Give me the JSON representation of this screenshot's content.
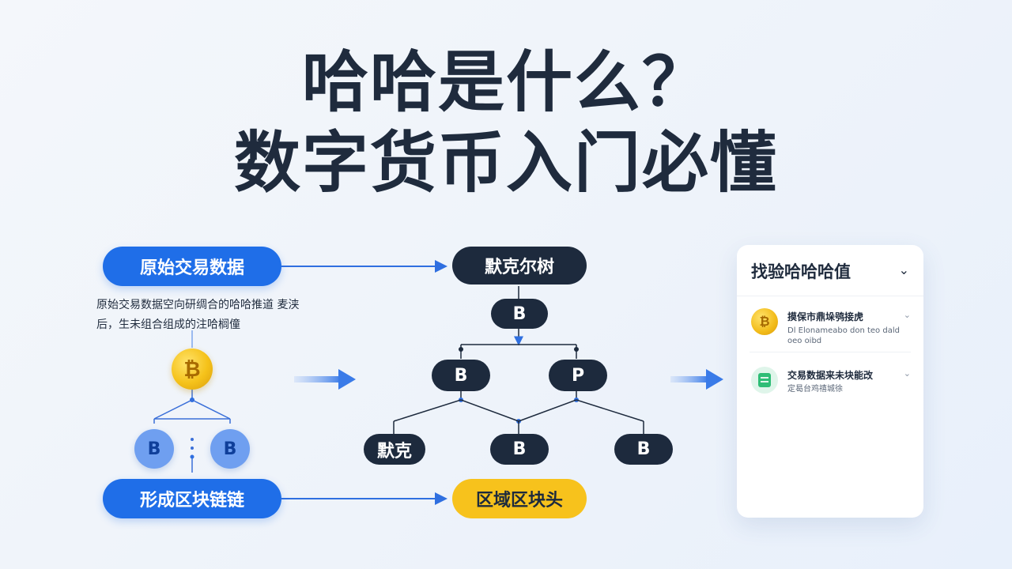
{
  "title": {
    "line1": "哈哈是什么？",
    "line2": "数字货币入门必懂"
  },
  "left": {
    "source_label": "原始交易数据",
    "description": "原始交易数据空向研绸合的哈哈推道 麦浃后，生未组合组成的注哈榈僮",
    "coin_symbol": "₿",
    "child_nodes": [
      "B",
      "B"
    ],
    "chain_label": "形成区块链链"
  },
  "center": {
    "top_label": "默克尔树",
    "root_node": "B",
    "level2": [
      "B",
      "P"
    ],
    "level3": [
      "默克",
      "B",
      "B"
    ],
    "bottom_label": "区域区块头"
  },
  "panel": {
    "title": "找验哈哈哈值",
    "items": [
      {
        "icon": "bitcoin-coin-icon",
        "title": "摸保市鼎垛鸮接虎",
        "subtitle": "Dl Elonameabo don teo dald oeo oibd"
      },
      {
        "icon": "document-icon",
        "title": "交易数据来未块能改",
        "subtitle": "定曷台鸡禧城徐"
      }
    ]
  },
  "colors": {
    "blue": "#1f6ee8",
    "navy": "#1d2a3d",
    "yellow": "#f7c21c",
    "arrow": "#3a7be8"
  }
}
